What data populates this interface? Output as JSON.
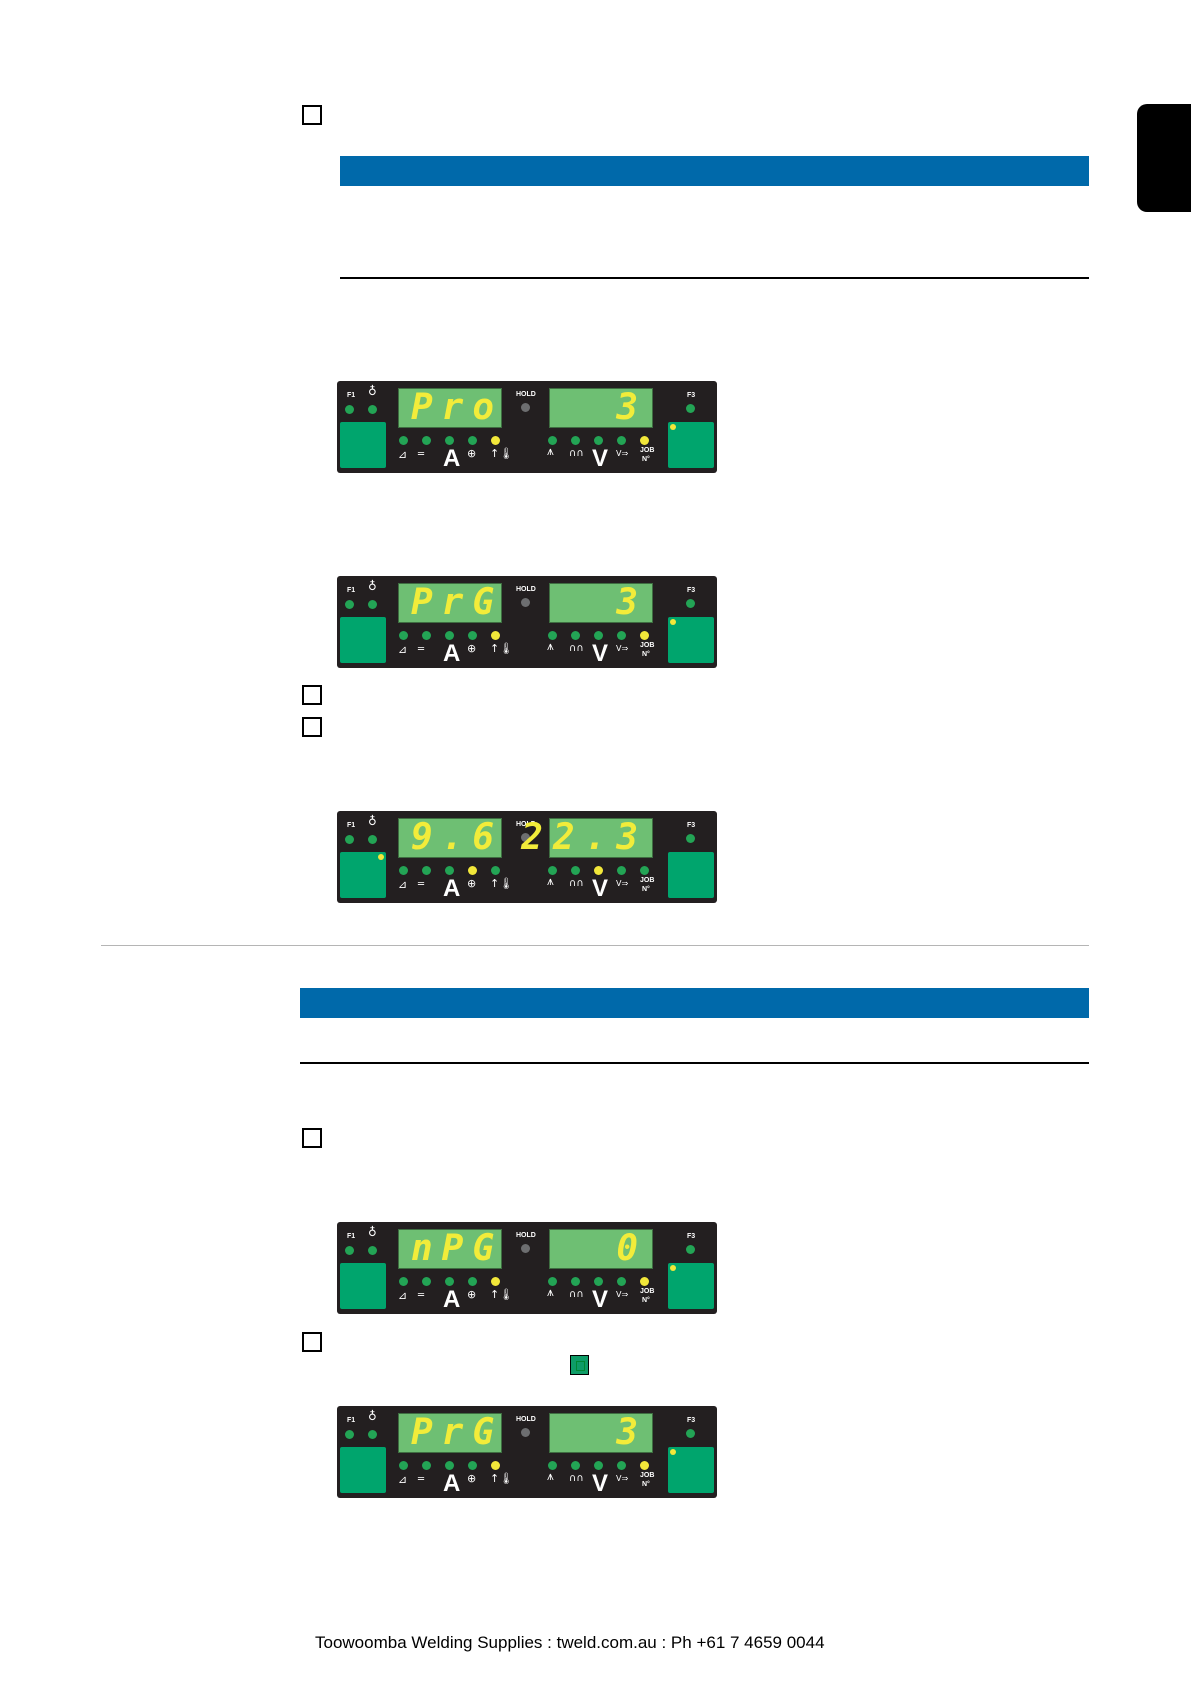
{
  "footer": {
    "text": "Toowoomba Welding Supplies  :  tweld.com.au  :  Ph +61 7 4659 0044"
  },
  "panel_labels": {
    "f1": "F1",
    "f3": "F3",
    "hold": "HOLD",
    "job": "JOB",
    "job_no": "N°",
    "amps": "A",
    "volts": "V"
  },
  "panels": [
    {
      "left_display": "Pro",
      "right_display": "3",
      "left_leds": [
        "green",
        "green",
        "green",
        "green",
        "yellow"
      ],
      "right_leds": [
        "green",
        "green",
        "green",
        "yellow"
      ],
      "f1_button_led": "off",
      "f3_button_led": "on"
    },
    {
      "left_display": "PrG",
      "right_display": "3",
      "left_leds": [
        "green",
        "green",
        "green",
        "green",
        "yellow"
      ],
      "right_leds": [
        "green",
        "green",
        "green",
        "yellow"
      ],
      "f1_button_led": "off",
      "f3_button_led": "on"
    },
    {
      "left_display": "9.6",
      "right_display": "22.3",
      "left_leds": [
        "green",
        "green",
        "green",
        "yellow",
        "green"
      ],
      "right_leds": [
        "green",
        "green",
        "yellow",
        "green"
      ],
      "f1_button_led": "on",
      "f3_button_led": "off"
    },
    {
      "left_display": "nPG",
      "right_display": "0",
      "left_leds": [
        "green",
        "green",
        "green",
        "green",
        "yellow"
      ],
      "right_leds": [
        "green",
        "green",
        "green",
        "yellow"
      ],
      "f1_button_led": "off",
      "f3_button_led": "on"
    },
    {
      "left_display": "PrG",
      "right_display": "3",
      "left_leds": [
        "green",
        "green",
        "green",
        "green",
        "yellow"
      ],
      "right_leds": [
        "green",
        "green",
        "green",
        "yellow"
      ],
      "f1_button_led": "off",
      "f3_button_led": "on"
    }
  ],
  "colors": {
    "header_bar": "#0069aa",
    "panel_body": "#231f20",
    "display_bg": "#6ebf73",
    "segment": "#f2ec3a",
    "button": "#00a56d"
  }
}
